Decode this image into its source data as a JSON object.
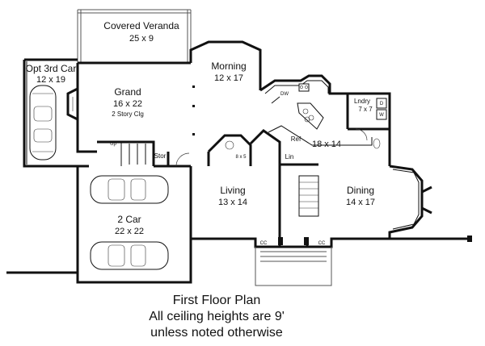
{
  "rooms": {
    "veranda": {
      "name": "Covered Veranda",
      "dim": "25 x 9"
    },
    "opt_car": {
      "name": "Opt 3rd Car",
      "dim": "12 x 19"
    },
    "grand": {
      "name": "Grand",
      "dim": "16 x 22",
      "note": "2 Story Clg"
    },
    "morning": {
      "name": "Morning",
      "dim": "12 x 17"
    },
    "laundry": {
      "name": "Lndry",
      "dim": "7 x 7"
    },
    "kitchen": {
      "dim": "18 x 14"
    },
    "garage": {
      "name": "2 Car",
      "dim": "22 x 22"
    },
    "living": {
      "name": "Living",
      "dim": "13 x 14"
    },
    "dining": {
      "name": "Dining",
      "dim": "14 x 17"
    },
    "bath": {
      "dim": "8 x 5"
    }
  },
  "labels": {
    "dw": "DW",
    "ref": "Ref",
    "lin": "Lin",
    "stor": "Stor",
    "cc_left": "CC",
    "cc_right": "CC",
    "dryer": "D",
    "washer": "W",
    "up": "Up"
  },
  "caption": {
    "line1": "First Floor Plan",
    "line2": "All ceiling heights are 9'",
    "line3": "unless noted otherwise"
  }
}
